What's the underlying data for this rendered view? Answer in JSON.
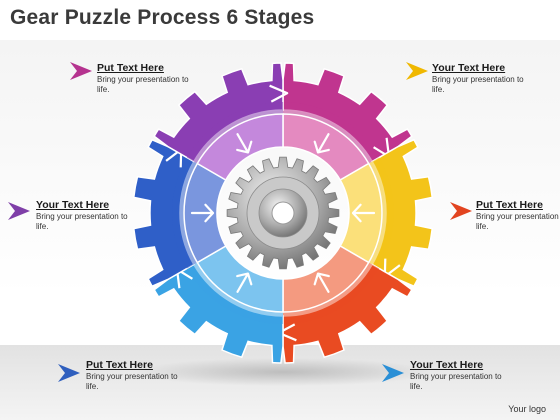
{
  "title": "Gear Puzzle Process 6 Stages",
  "logo": "Your logo",
  "callouts": [
    {
      "id": "top-left",
      "title": "Put Text Here",
      "desc": "Bring your presentation to life.",
      "color": "#b5338f"
    },
    {
      "id": "top-right",
      "title": "Your Text Here",
      "desc": "Bring your presentation to life.",
      "color": "#f0b800"
    },
    {
      "id": "mid-left",
      "title": "Your Text Here",
      "desc": "Bring your presentation to life.",
      "color": "#7f3fa8"
    },
    {
      "id": "mid-right",
      "title": "Put Text Here",
      "desc": "Bring your presentation to life.",
      "color": "#e24420"
    },
    {
      "id": "bottom-left",
      "title": "Put Text Here",
      "desc": "Bring your presentation to life.",
      "color": "#2f5fbe"
    },
    {
      "id": "bottom-right",
      "title": "Your Text Here",
      "desc": "Bring your presentation to life.",
      "color": "#2a8fd6"
    }
  ],
  "segments": [
    {
      "name": "stage-1",
      "outer": "#c0358f",
      "inner": "#e48ac0"
    },
    {
      "name": "stage-2",
      "outer": "#f3c41a",
      "inner": "#fbe07a"
    },
    {
      "name": "stage-3",
      "outer": "#e94b22",
      "inner": "#f49a80"
    },
    {
      "name": "stage-4",
      "outer": "#3aa3e4",
      "inner": "#7cc4ef"
    },
    {
      "name": "stage-5",
      "outer": "#2f5fc8",
      "inner": "#7a96de"
    },
    {
      "name": "stage-6",
      "outer": "#8a3eb3",
      "inner": "#c488dc"
    }
  ]
}
